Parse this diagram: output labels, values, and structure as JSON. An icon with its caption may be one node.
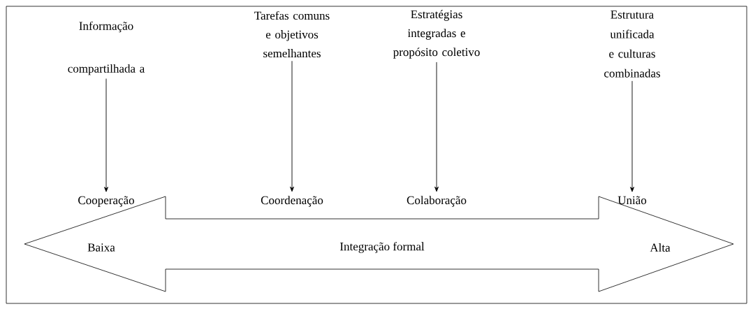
{
  "diagram": {
    "nodes": [
      {
        "text": [
          "Informação compartilhada a"
        ]
      },
      {
        "text": [
          "Tarefas comuns e objetivos semelhantes"
        ]
      },
      {
        "text": [
          "Estratégias integradas e propósito coletivo"
        ]
      },
      {
        "text": [
          "Estrutura unificada e culturas combinadas"
        ]
      },
      {
        "text": [
          "Cooperação"
        ]
      },
      {
        "text": [
          "Coordenação"
        ]
      },
      {
        "text": [
          "Colaboração"
        ]
      },
      {
        "text": [
          "União"
        ]
      },
      {
        "text": [
          "Baixa",
          "Integração formal",
          "Alta"
        ]
      }
    ],
    "edges": [
      {
        "from": 0,
        "to": 4,
        "arrow": "to"
      },
      {
        "from": 1,
        "to": 5,
        "arrow": "to"
      },
      {
        "from": 2,
        "to": 6,
        "arrow": "to"
      },
      {
        "from": 3,
        "to": 7,
        "arrow": "to"
      }
    ]
  }
}
